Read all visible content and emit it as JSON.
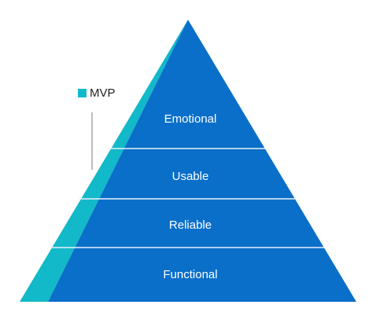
{
  "colors": {
    "main": "#0a6fc9",
    "accent": "#12b9c8",
    "divider": "#e8f1fb",
    "bracket": "#bdbdbd",
    "text_light": "#ffffff",
    "text_dark": "#222222"
  },
  "legend": {
    "label": "MVP"
  },
  "layers": [
    {
      "label": "Emotional"
    },
    {
      "label": "Usable"
    },
    {
      "label": "Reliable"
    },
    {
      "label": "Functional"
    }
  ]
}
